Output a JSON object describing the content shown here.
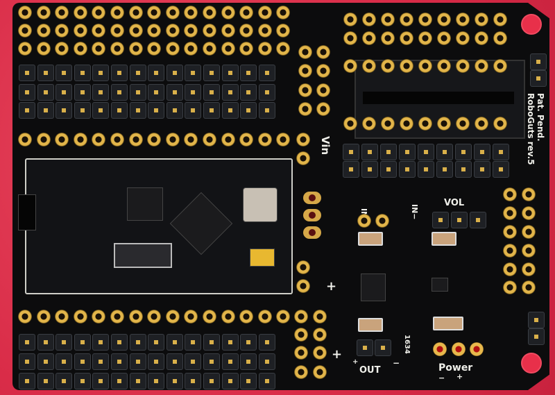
{
  "board": {
    "credit_line1": "Pat. Pend.",
    "credit_line2": "RoboGuts rev.5",
    "labels": {
      "vin": "Vin",
      "in_plus": "IN+",
      "in_minus": "IN−",
      "vol": "VOL",
      "plus_mid": "+",
      "plus_low": "+",
      "out": "OUT",
      "out_plus": "+",
      "out_minus": "−",
      "power": "Power",
      "power_minus": "−",
      "power_plus": "+",
      "code": "1634"
    },
    "colors": {
      "background": "#d92c48",
      "board": "#0c0c0d",
      "gold": "#e2b54a"
    }
  }
}
